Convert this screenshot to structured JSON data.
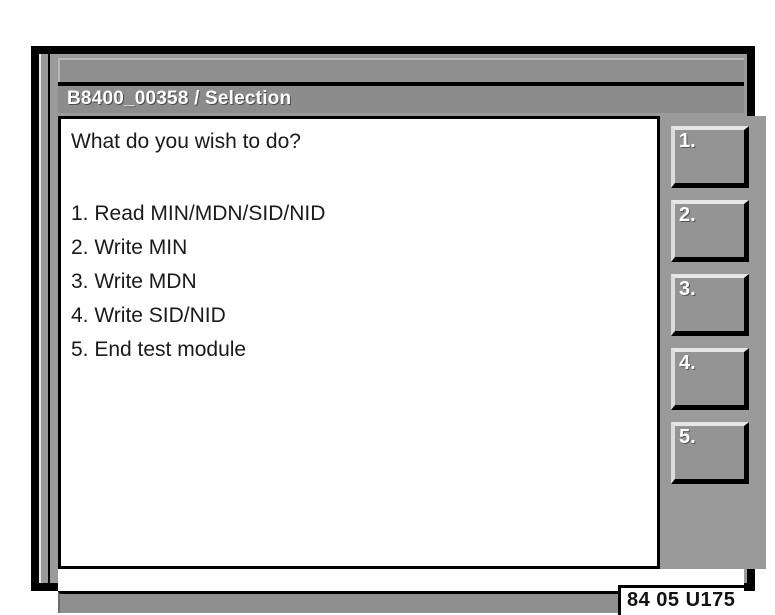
{
  "screen": {
    "title": "B8400_00358 / Selection",
    "prompt": "What do you wish to do?",
    "menu_items": [
      {
        "label": "1. Read MIN/MDN/SID/NID"
      },
      {
        "label": "2. Write MIN"
      },
      {
        "label": "3. Write MDN"
      },
      {
        "label": "4. Write SID/NID"
      },
      {
        "label": "5. End test module"
      }
    ]
  },
  "softkeys": [
    {
      "label": "1."
    },
    {
      "label": "2."
    },
    {
      "label": "3."
    },
    {
      "label": "4."
    },
    {
      "label": "5."
    }
  ],
  "status": {
    "code": "84 05 U175"
  },
  "colors": {
    "bezel": "#9a9a9a",
    "title_bar": "#8c8c8c",
    "content_background": "#ffffff",
    "text": "#1a1a1a",
    "title_text": "#ffffff",
    "frame": "#000000",
    "button_face": "#949494"
  }
}
